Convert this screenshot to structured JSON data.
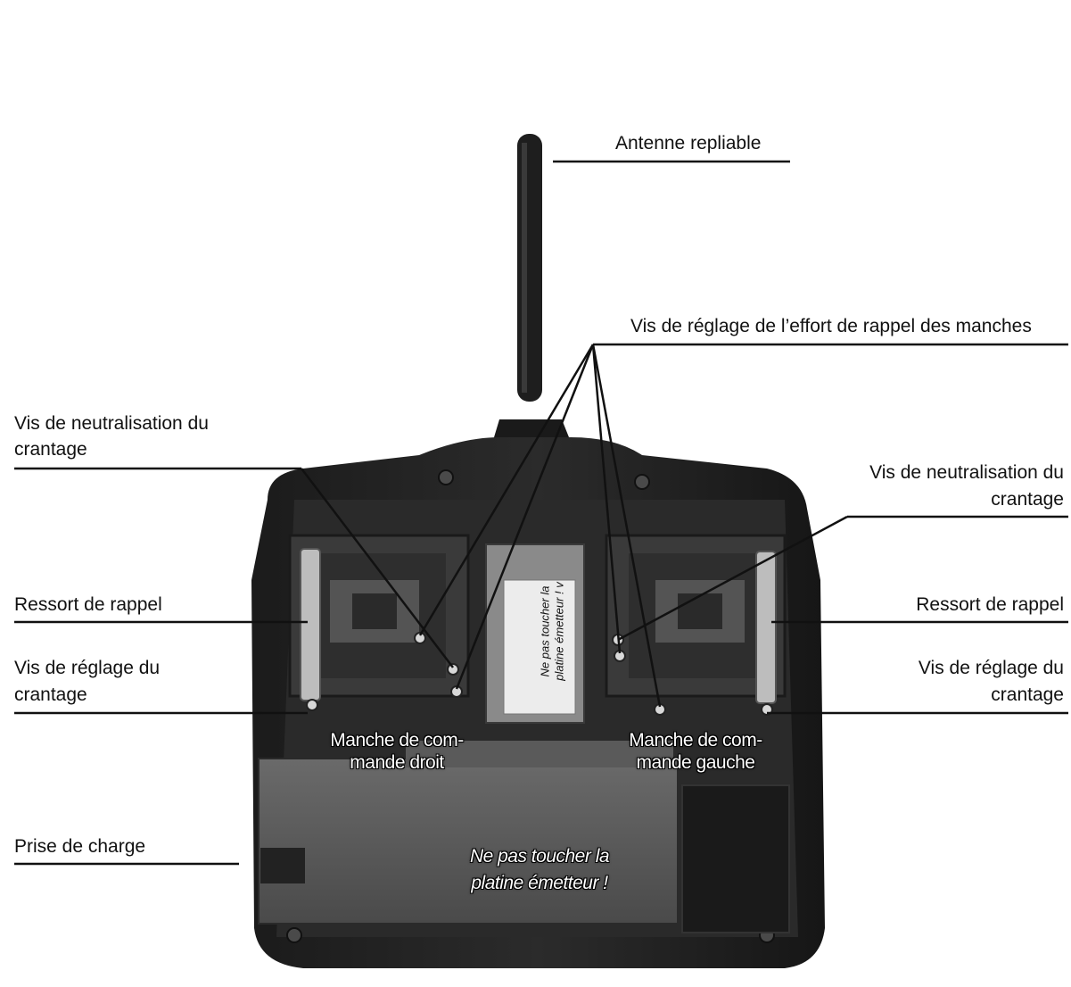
{
  "labels": {
    "antenna": "Antenne repliable",
    "spring_screws": "Vis de réglage de l’effort de rappel des manches",
    "neutral_left_l1": "Vis de neutralisation du",
    "neutral_left_l2": "crantage",
    "neutral_right_l1": "Vis de neutralisation du",
    "neutral_right_l2": "crantage",
    "spring_left": "Ressort de rappel",
    "spring_right": "Ressort de rappel",
    "ratchet_left_l1": "Vis de réglage du",
    "ratchet_left_l2": "crantage",
    "ratchet_right_l1": "Vis de réglage du",
    "ratchet_right_l2": "crantage",
    "charge": "Prise de charge"
  },
  "photo_labels": {
    "stick_right_l1": "Manche de com-",
    "stick_right_l2": "mande droit",
    "stick_left_l1": "Manche de com-",
    "stick_left_l2": "mande gauche",
    "board_l1": "Ne pas toucher la",
    "board_l2": "platine émetteur !",
    "module_l1": "Ne pas toucher la",
    "module_l2": "platine émetteur ! v"
  }
}
